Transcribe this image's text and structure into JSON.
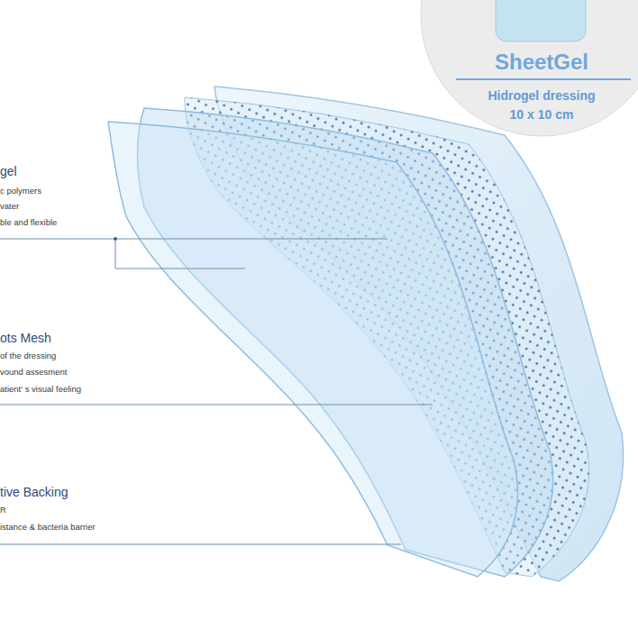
{
  "diagram": {
    "nodes": [
      {
        "text": [
          "SheetGel",
          "Hidrogel dressing 10 x 10 cm"
        ]
      }
    ],
    "labels": [
      "gel",
      "c polymers",
      "vater",
      "ble and flexible",
      "ots Mesh",
      "of the dressing",
      "vound assesment",
      "atient' s visual feeling",
      "tive Backing",
      "R",
      "istance & bacteria barrier"
    ]
  }
}
